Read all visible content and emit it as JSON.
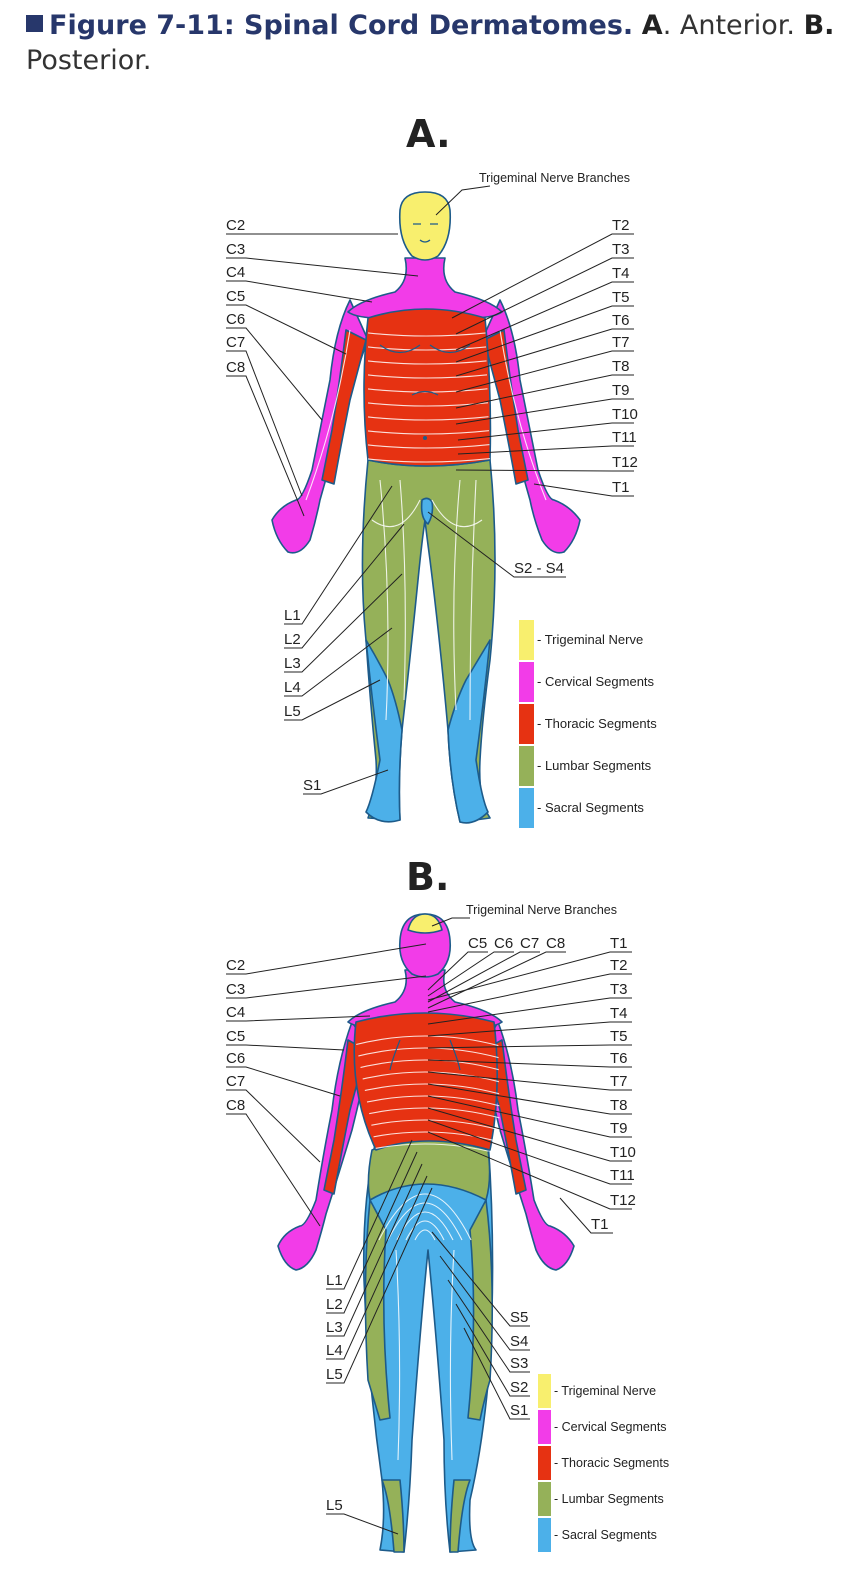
{
  "caption": {
    "figure": "Figure 7-11: Spinal Cord Dermatomes.",
    "a_letter": "A",
    "a_text": ". Anterior. ",
    "b_letter": "B.",
    "b_text": " Posterior."
  },
  "colors": {
    "trigeminal": "#f8ef6e",
    "cervical": "#f23ce8",
    "thoracic": "#e63212",
    "lumbar": "#95b159",
    "sacral": "#4cb0e9",
    "outline": "#1d5b8a"
  },
  "panel_a": {
    "letter": "A.",
    "head_label": "Trigeminal Nerve Branches",
    "left_labels": [
      "C2",
      "C3",
      "C4",
      "C5",
      "C6",
      "C7",
      "C8"
    ],
    "right_labels": [
      "T2",
      "T3",
      "T4",
      "T5",
      "T6",
      "T7",
      "T8",
      "T9",
      "T10",
      "T11",
      "T12",
      "T1"
    ],
    "leg_labels": [
      "L1",
      "L2",
      "L3",
      "L4",
      "L5",
      "S1"
    ],
    "groin_label": "S2 - S4",
    "legend": [
      "- Trigeminal Nerve",
      "- Cervical Segments",
      "- Thoracic Segments",
      "- Lumbar Segments",
      "- Sacral Segments"
    ]
  },
  "panel_b": {
    "letter": "B.",
    "head_label": "Trigeminal Nerve Branches",
    "neck_labels": [
      "C5",
      "C6",
      "C7",
      "C8"
    ],
    "left_labels": [
      "C2",
      "C3",
      "C4",
      "C5",
      "C6",
      "C7",
      "C8"
    ],
    "right_labels": [
      "T1",
      "T2",
      "T3",
      "T4",
      "T5",
      "T6",
      "T7",
      "T8",
      "T9",
      "T10",
      "T11",
      "T12",
      "T1"
    ],
    "leg_labels": [
      "L1",
      "L2",
      "L3",
      "L4",
      "L5"
    ],
    "sacral_labels": [
      "S5",
      "S4",
      "S3",
      "S2",
      "S1"
    ],
    "foot_label": "L5",
    "legend": [
      "- Trigeminal Nerve",
      "- Cervical Segments",
      "- Thoracic Segments",
      "- Lumbar Segments",
      "- Sacral Segments"
    ]
  }
}
